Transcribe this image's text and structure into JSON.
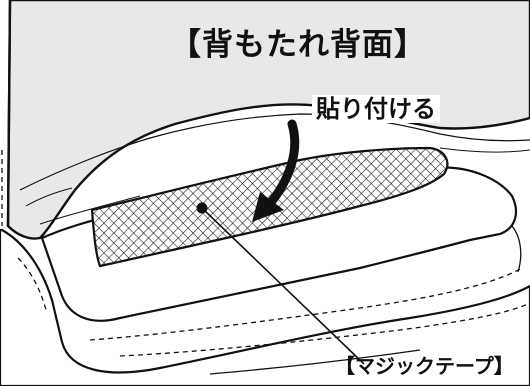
{
  "title": "【背もたれ背面】",
  "callout": "貼り付ける",
  "part_label": "【マジックテープ】",
  "colors": {
    "panel_fill": "#e8e8e8",
    "outline": "#111111",
    "background": "#ffffff"
  },
  "icons": {
    "arrow": "curved-down-arrow-icon",
    "pointer_dot": "leader-dot-icon"
  }
}
